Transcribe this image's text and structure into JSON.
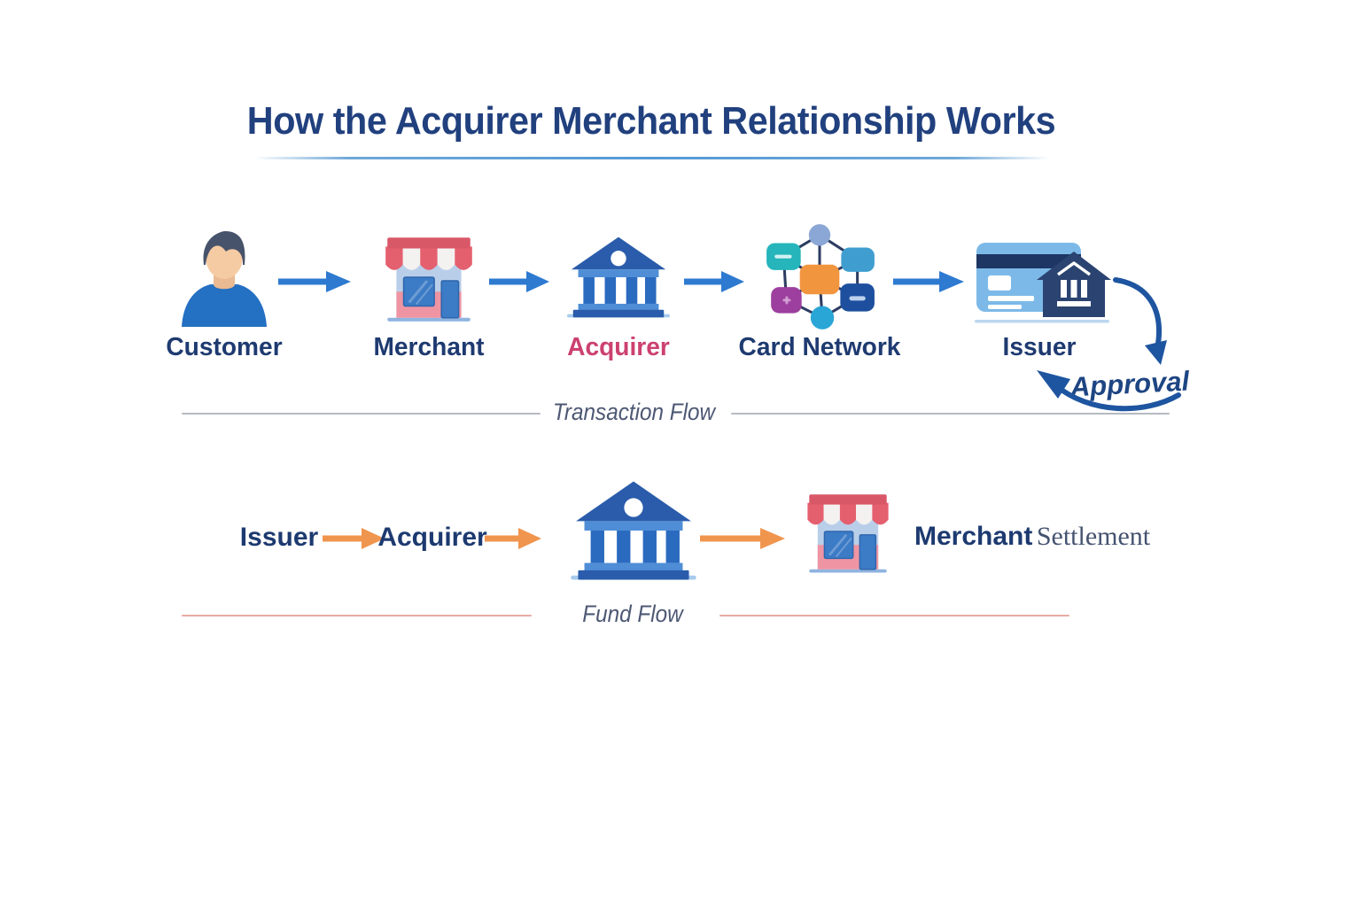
{
  "title": "How the Acquirer Merchant Relationship Works",
  "transaction_flow": {
    "section_label": "Transaction Flow",
    "nodes": [
      {
        "label": "Customer"
      },
      {
        "label": "Merchant"
      },
      {
        "label": "Acquirer"
      },
      {
        "label": "Card Network"
      },
      {
        "label": "Issuer"
      }
    ],
    "approval_label": "Approval"
  },
  "fund_flow": {
    "section_label": "Fund Flow",
    "step1": "Issuer",
    "step2": "Acquirer",
    "settlement_bold": "Merchant",
    "settlement_light": "Settlement"
  },
  "icons": {
    "customer": "person-icon",
    "merchant": "storefront-icon",
    "acquirer": "bank-icon",
    "card_network": "network-nodes-icon",
    "issuer": "credit-card-bank-icon"
  },
  "colors": {
    "title_navy": "#21407e",
    "label_navy": "#1e3a70",
    "acquirer_pink": "#cc4170",
    "arrow_blue": "#2e7ad0",
    "arrow_orange": "#f0954e",
    "divider_gray": "#b6bac2",
    "divider_salmon": "#e8aba3",
    "approval_blue": "#1e55a0"
  }
}
